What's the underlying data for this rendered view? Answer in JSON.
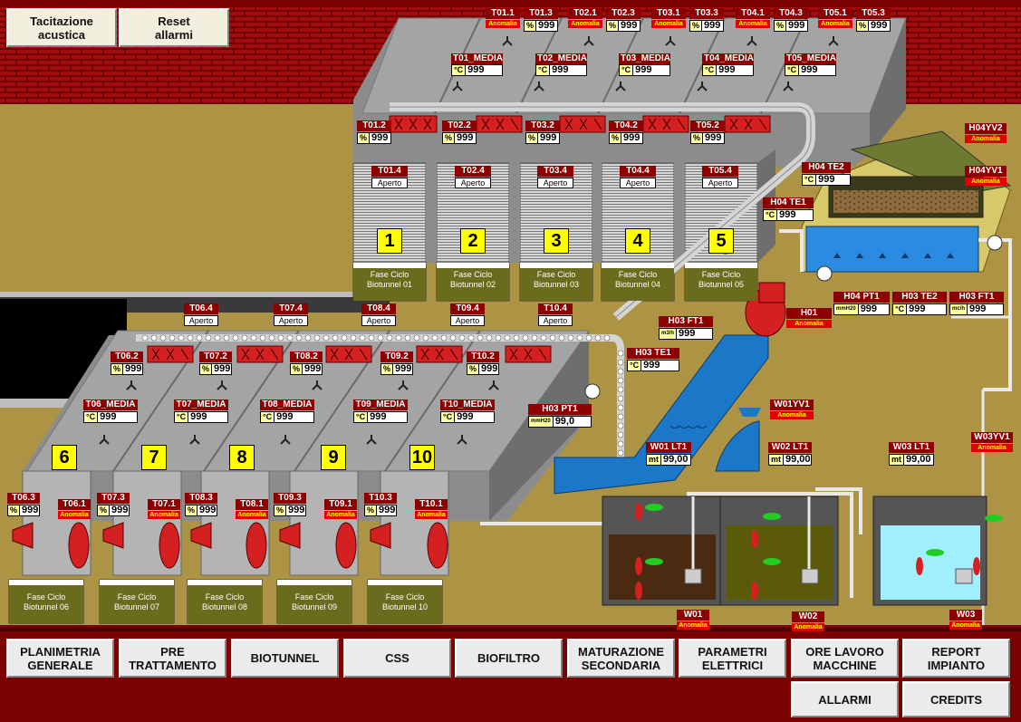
{
  "top_buttons": {
    "mute": "Tacitazione\nacustica",
    "reset": "Reset\nallarmi"
  },
  "units": {
    "percent": "%",
    "celsius": "°C",
    "mmh2o": "mmH20",
    "m3h": "m3/h",
    "mch": "mc/h",
    "mt": "mt"
  },
  "anomaly": "Anomalia",
  "top_sensors": [
    {
      "id": "T01.1",
      "anom": true
    },
    {
      "id": "T01.3",
      "val": "999"
    },
    {
      "id": "T02.1",
      "anom": true
    },
    {
      "id": "T02.3",
      "val": "999"
    },
    {
      "id": "T03.1",
      "anom": true
    },
    {
      "id": "T03.3",
      "val": "999"
    },
    {
      "id": "T04.1",
      "anom": true
    },
    {
      "id": "T04.3",
      "val": "999"
    },
    {
      "id": "T05.1",
      "anom": true
    },
    {
      "id": "T05.3",
      "val": "999"
    }
  ],
  "medias_top": [
    {
      "id": "T01_MEDIA",
      "val": "999"
    },
    {
      "id": "T02_MEDIA",
      "val": "999"
    },
    {
      "id": "T03_MEDIA",
      "val": "999"
    },
    {
      "id": "T04_MEDIA",
      "val": "999"
    },
    {
      "id": "T05_MEDIA",
      "val": "999"
    }
  ],
  "humid_top": [
    {
      "id": "T01.2",
      "val": "999"
    },
    {
      "id": "T02.2",
      "val": "999"
    },
    {
      "id": "T03.2",
      "val": "999"
    },
    {
      "id": "T04.2",
      "val": "999"
    },
    {
      "id": "T05.2",
      "val": "999"
    }
  ],
  "doors_top": [
    {
      "id": "T01.4",
      "state": "Aperto"
    },
    {
      "id": "T02.4",
      "state": "Aperto"
    },
    {
      "id": "T03.4",
      "state": "Aperto"
    },
    {
      "id": "T04.4",
      "state": "Aperto"
    },
    {
      "id": "T05.4",
      "state": "Aperto"
    }
  ],
  "tunnels_top": [
    {
      "n": "1",
      "fase": "Fase Ciclo\nBiotunnel 01"
    },
    {
      "n": "2",
      "fase": "Fase Ciclo\nBiotunnel 02"
    },
    {
      "n": "3",
      "fase": "Fase Ciclo\nBiotunnel 03"
    },
    {
      "n": "4",
      "fase": "Fase Ciclo\nBiotunnel 04"
    },
    {
      "n": "5",
      "fase": "Fase Ciclo\nBiotunnel 05"
    }
  ],
  "doors_bot": [
    {
      "id": "T06.4",
      "state": "Aperto"
    },
    {
      "id": "T07.4",
      "state": "Aperto"
    },
    {
      "id": "T08.4",
      "state": "Aperto"
    },
    {
      "id": "T09.4",
      "state": "Aperto"
    },
    {
      "id": "T10.4",
      "state": "Aperto"
    }
  ],
  "humid_bot": [
    {
      "id": "T06.2",
      "val": "999"
    },
    {
      "id": "T07.2",
      "val": "999"
    },
    {
      "id": "T08.2",
      "val": "999"
    },
    {
      "id": "T09.2",
      "val": "999"
    },
    {
      "id": "T10.2",
      "val": "999"
    }
  ],
  "medias_bot": [
    {
      "id": "T06_MEDIA",
      "val": "999"
    },
    {
      "id": "T07_MEDIA",
      "val": "999"
    },
    {
      "id": "T08_MEDIA",
      "val": "999"
    },
    {
      "id": "T09_MEDIA",
      "val": "999"
    },
    {
      "id": "T10_MEDIA",
      "val": "999"
    }
  ],
  "tunnels_bot": [
    {
      "n": "6",
      "fase": "Fase Ciclo\nBiotunnel 06",
      "h": "T06.3",
      "hv": "999",
      "a": "T06.1"
    },
    {
      "n": "7",
      "fase": "Fase Ciclo\nBiotunnel 07",
      "h": "T07.3",
      "hv": "999",
      "a": "T07.1"
    },
    {
      "n": "8",
      "fase": "Fase Ciclo\nBiotunnel 08",
      "h": "T08.3",
      "hv": "999",
      "a": "T08.1"
    },
    {
      "n": "9",
      "fase": "Fase Ciclo\nBiotunnel 09",
      "h": "T09.3",
      "hv": "999",
      "a": "T09.1"
    },
    {
      "n": "10",
      "fase": "Fase Ciclo\nBiotunnel 10",
      "h": "T10.3",
      "hv": "999",
      "a": "T10.1"
    }
  ],
  "biofilter": {
    "h04yv2": "H04YV2",
    "h04yv1": "H04YV1",
    "h04te2": {
      "id": "H04 TE2",
      "val": "999"
    },
    "h04te1": {
      "id": "H04 TE1",
      "val": "999"
    },
    "h04pt1": {
      "id": "H04 PT1",
      "val": "999"
    },
    "h03te2": {
      "id": "H03 TE2",
      "val": "999"
    },
    "h03ft1b": {
      "id": "H03 FT1",
      "val": "999"
    },
    "h01": "H01",
    "h03ft1": {
      "id": "H03 FT1",
      "val": "999"
    },
    "h03te1": {
      "id": "H03 TE1",
      "val": "999"
    },
    "h03pt1": {
      "id": "H03 PT1",
      "val": "99,0"
    }
  },
  "water": {
    "w01yv1": "W01YV1",
    "w03yv1": "W03YV1",
    "w01lt1": {
      "id": "W01 LT1",
      "val": "99,00"
    },
    "w02lt1": {
      "id": "W02 LT1",
      "val": "99,00"
    },
    "w03lt1": {
      "id": "W03 LT1",
      "val": "99,00"
    },
    "w01": "W01",
    "w02": "W02",
    "w03": "W03"
  },
  "nav": [
    {
      "key": "planimetria",
      "label": "PLANIMETRIA\nGENERALE"
    },
    {
      "key": "pretrattamento",
      "label": "PRE\nTRATTAMENTO"
    },
    {
      "key": "biotunnel",
      "label": "BIOTUNNEL"
    },
    {
      "key": "css",
      "label": "CSS"
    },
    {
      "key": "biofiltro",
      "label": "BIOFILTRO"
    },
    {
      "key": "maturazione",
      "label": "MATURAZIONE\nSECONDARIA"
    },
    {
      "key": "parametri",
      "label": "PARAMETRI\nELETTRICI"
    },
    {
      "key": "ore",
      "label": "ORE LAVORO\nMACCHINE"
    },
    {
      "key": "report",
      "label": "REPORT\nIMPIANTO"
    },
    {
      "key": "allarmi",
      "label": "ALLARMI"
    },
    {
      "key": "credits",
      "label": "CREDITS"
    }
  ],
  "colors": {
    "ground": "#ad9444",
    "brick": "#a40c0c",
    "alarm_tag": "#8e0000",
    "anomaly": "#e00000",
    "nav_bg": "#7b0000",
    "water": "#1b78c8"
  }
}
